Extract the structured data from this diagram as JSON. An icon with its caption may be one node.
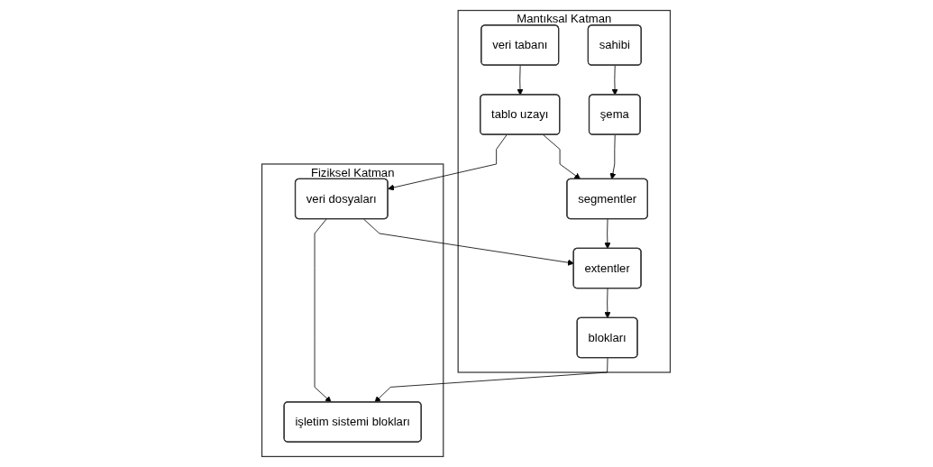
{
  "diagram": {
    "nodes": [
      {
        "text": [
          "Fiziksel Katman"
        ]
      },
      {
        "text": [
          "veri dosyaları"
        ],
        "in": 0
      },
      {
        "text": [
          "işletim sistemi blokları"
        ],
        "in": 0
      },
      {
        "text": [
          "Mantıksal Katman"
        ]
      },
      {
        "text": [
          "veri tabanı"
        ],
        "in": 3
      },
      {
        "text": [
          "sahibi"
        ],
        "in": 3
      },
      {
        "text": [
          "tablo uzayı"
        ],
        "in": 3
      },
      {
        "text": [
          "şema"
        ],
        "in": 3
      },
      {
        "text": [
          "segmentler"
        ],
        "in": 3
      },
      {
        "text": [
          "extentler"
        ],
        "in": 3
      },
      {
        "text": [
          "blokları"
        ],
        "in": 3
      }
    ],
    "edges": [
      {
        "from": 4,
        "to": 6,
        "arrow": "to"
      },
      {
        "from": 5,
        "to": 7,
        "arrow": "to"
      },
      {
        "from": 6,
        "to": 1,
        "arrow": "to"
      },
      {
        "from": 6,
        "to": 8,
        "arrow": "to"
      },
      {
        "from": 7,
        "to": 8,
        "arrow": "to"
      },
      {
        "from": 8,
        "to": 9,
        "arrow": "to"
      },
      {
        "from": 1,
        "to": 9,
        "arrow": "to"
      },
      {
        "from": 1,
        "to": 2,
        "arrow": "to"
      },
      {
        "from": 9,
        "to": 10,
        "arrow": "to"
      },
      {
        "from": 10,
        "to": 2,
        "arrow": "to"
      }
    ]
  }
}
